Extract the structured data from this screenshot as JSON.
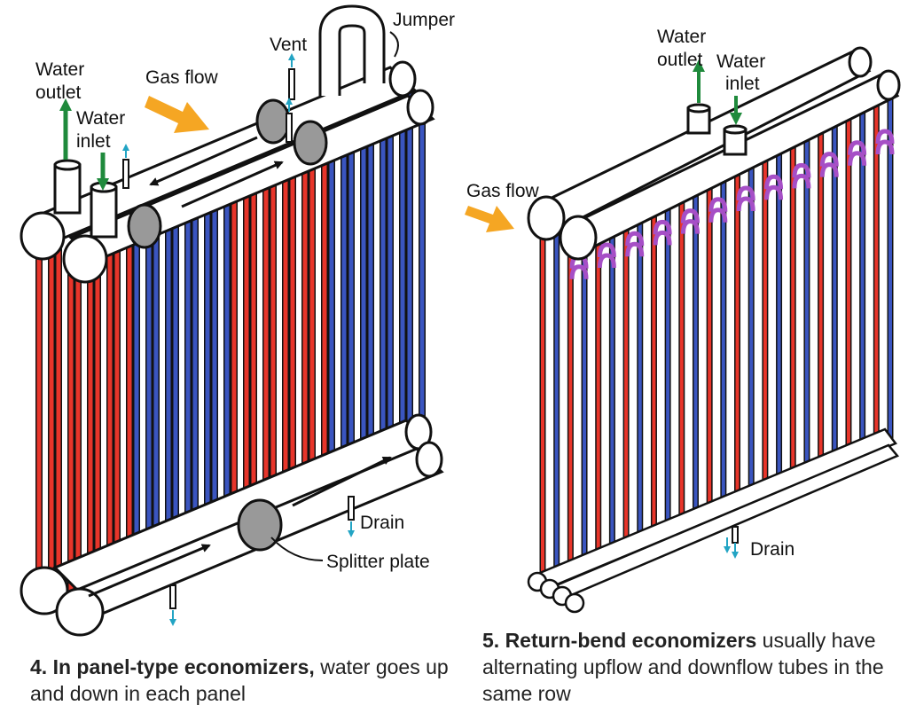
{
  "colors": {
    "hot": "#e8352a",
    "cold": "#3a55c0",
    "gas_arrow": "#f5a623",
    "water_arrow": "#1f8a3c",
    "vent": "#22a4c4",
    "return_bend": "#a64fc6",
    "splitter": "#999999"
  },
  "labels": {
    "jumper": "Jumper",
    "vent": "Vent",
    "water_outlet_left": "Water outlet",
    "water_inlet_left": "Water inlet",
    "gas_flow_left": "Gas flow",
    "drain_left": "Drain",
    "splitter_plate": "Splitter plate",
    "water_outlet_right": "Water outlet",
    "water_inlet_right": "Water inlet",
    "gas_flow_right": "Gas flow",
    "drain_right": "Drain"
  },
  "captions": {
    "fig4_bold": "4. In panel-type economizers,",
    "fig4_rest": " water goes up and down in each panel",
    "fig5_bold": "5. Return-bend economizers",
    "fig5_rest": " usually have alternating upflow and downflow tubes in the same row"
  }
}
